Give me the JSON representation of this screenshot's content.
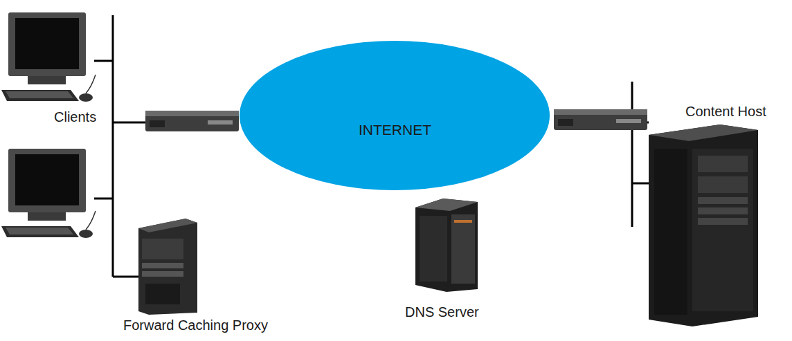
{
  "diagram": {
    "nodes": [
      {
        "text": [
          "INTERNET"
        ]
      }
    ],
    "labels": [
      "Clients",
      "Content Host",
      "DNS Server",
      "Forward Caching Proxy"
    ]
  }
}
